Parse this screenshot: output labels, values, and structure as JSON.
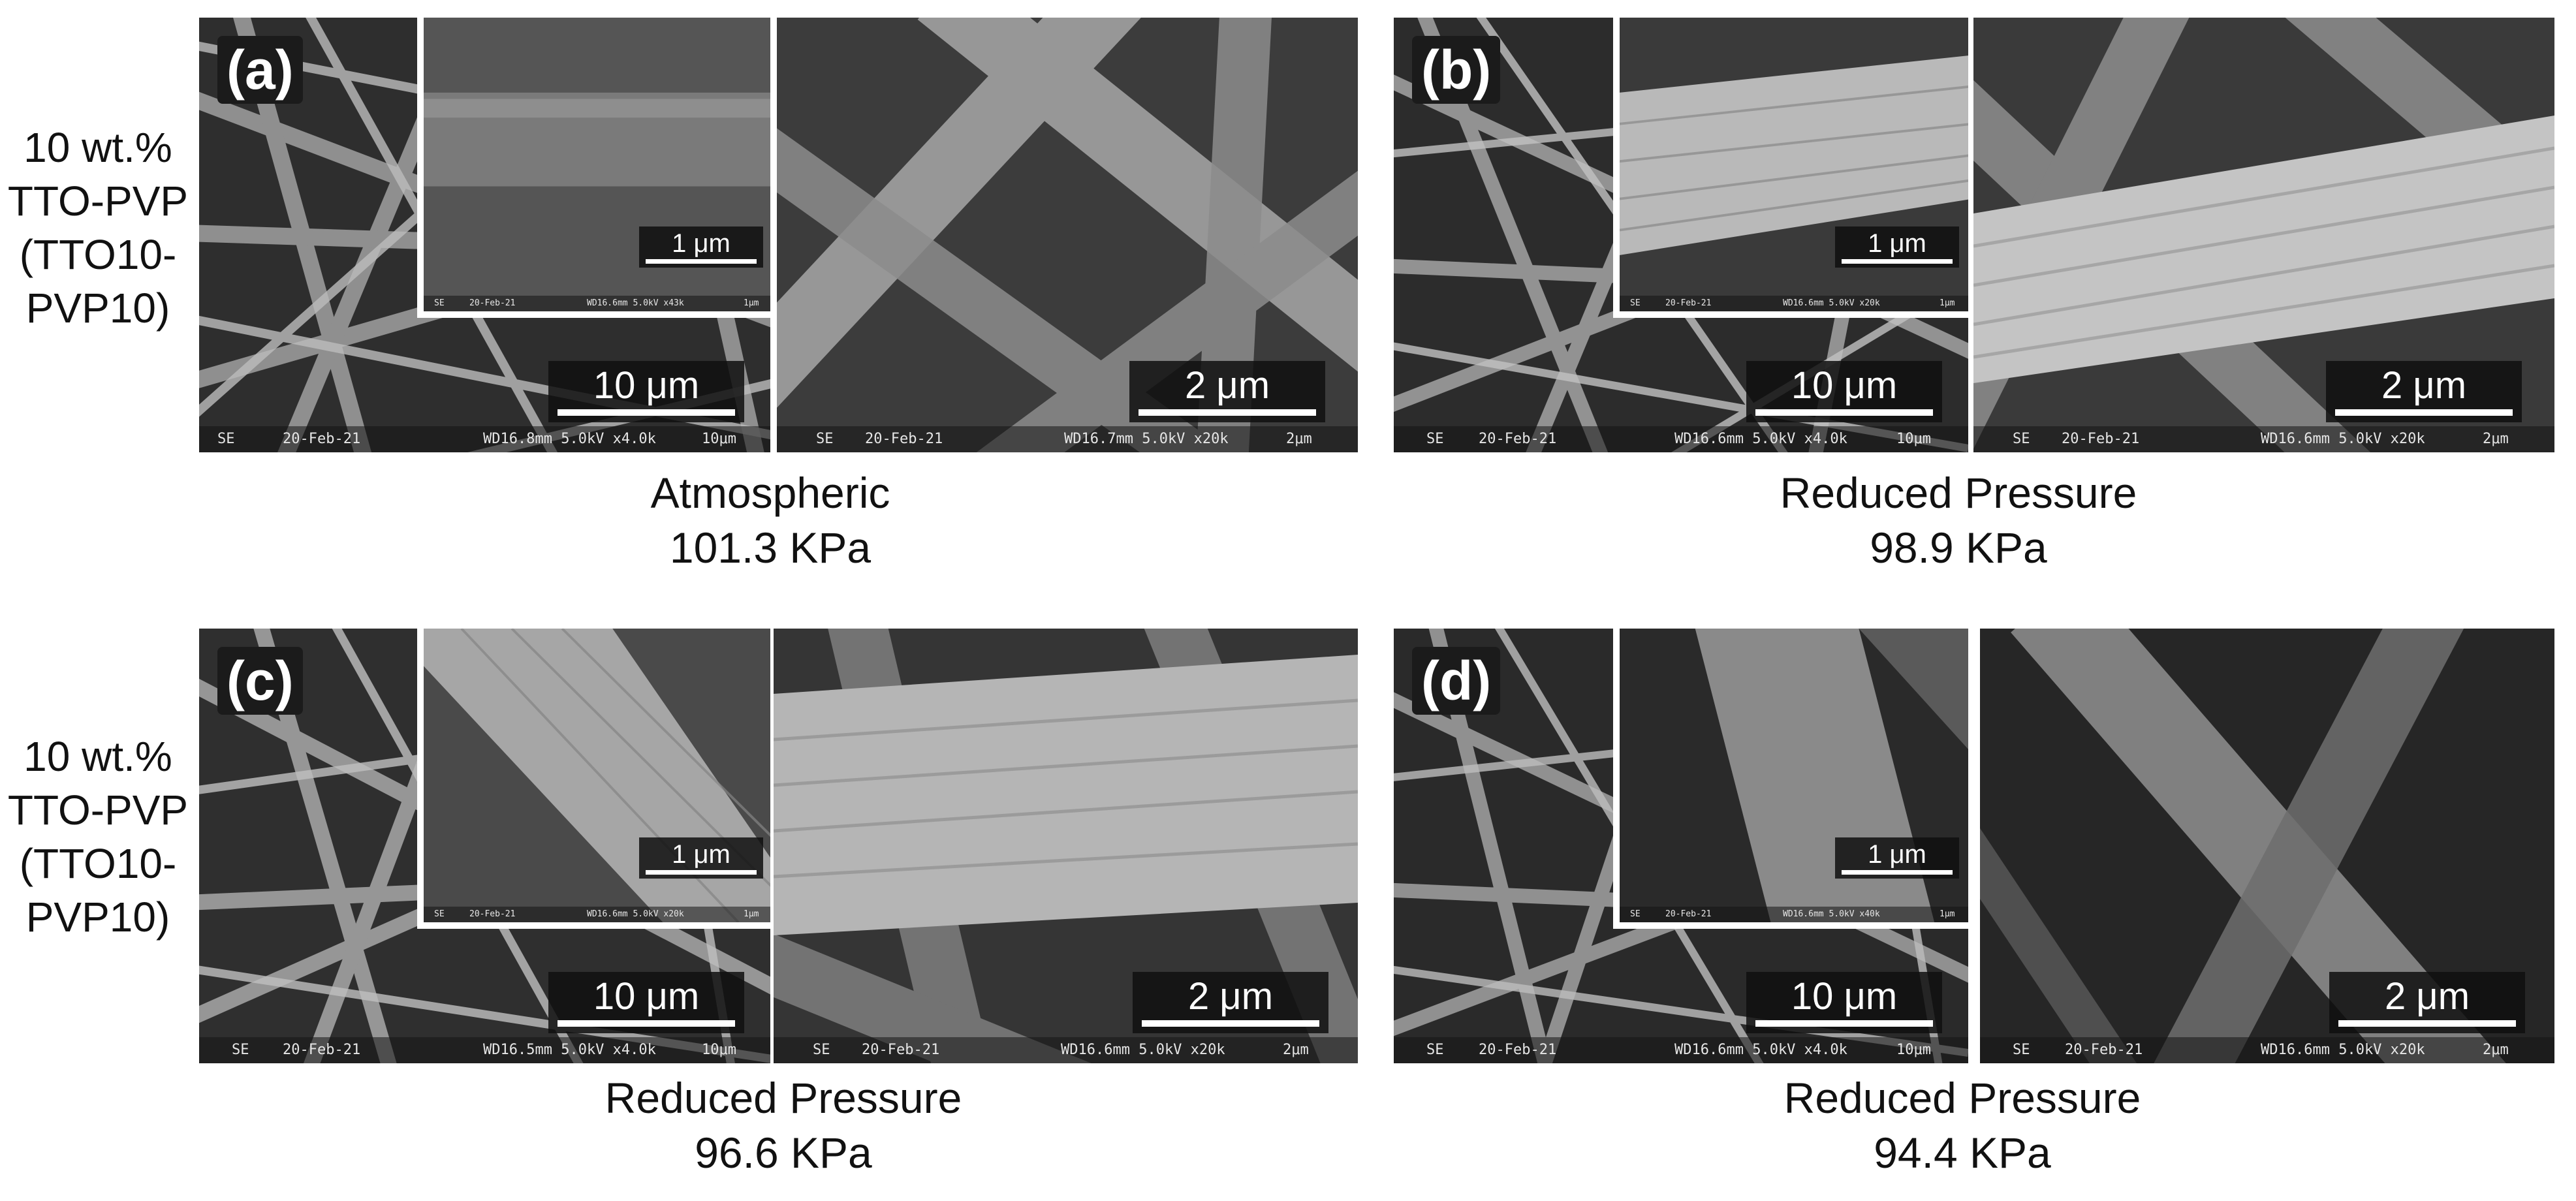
{
  "row_labels": [
    {
      "line1": "10 wt.%",
      "line2": "TTO-PVP",
      "line3": "(TTO10-",
      "line4": "PVP10)"
    },
    {
      "line1": "10 wt.%",
      "line2": "TTO-PVP",
      "line3": "(TTO10-",
      "line4": "PVP10)"
    }
  ],
  "panels": {
    "a": {
      "letter": "(a)",
      "inset_scale": "1 μm",
      "low_scale": "10 μm",
      "high_scale": "2 μm",
      "inset_info": {
        "se": "SE",
        "date": "20-Feb-21",
        "params": "WD16.6mm  5.0kV x43k",
        "scale": "1μm"
      },
      "low_info": {
        "se": "SE",
        "date": "20-Feb-21",
        "params": "WD16.8mm  5.0kV x4.0k",
        "scale": "10μm"
      },
      "high_info": {
        "se": "SE",
        "date": "20-Feb-21",
        "params": "WD16.7mm  5.0kV x20k",
        "scale": "2μm"
      },
      "caption_line1": "Atmospheric",
      "caption_line2": "101.3 KPa"
    },
    "b": {
      "letter": "(b)",
      "inset_scale": "1 μm",
      "low_scale": "10 μm",
      "high_scale": "2 μm",
      "inset_info": {
        "se": "SE",
        "date": "20-Feb-21",
        "params": "WD16.6mm  5.0kV x20k",
        "scale": "1μm"
      },
      "low_info": {
        "se": "SE",
        "date": "20-Feb-21",
        "params": "WD16.6mm  5.0kV x4.0k",
        "scale": "10μm"
      },
      "high_info": {
        "se": "SE",
        "date": "20-Feb-21",
        "params": "WD16.6mm  5.0kV x20k",
        "scale": "2μm"
      },
      "caption_line1": "Reduced Pressure",
      "caption_line2": "98.9 KPa"
    },
    "c": {
      "letter": "(c)",
      "inset_scale": "1 μm",
      "low_scale": "10 μm",
      "high_scale": "2 μm",
      "inset_info": {
        "se": "SE",
        "date": "20-Feb-21",
        "params": "WD16.6mm  5.0kV x20k",
        "scale": "1μm"
      },
      "low_info": {
        "se": "SE",
        "date": "20-Feb-21",
        "params": "WD16.5mm  5.0kV x4.0k",
        "scale": "10μm"
      },
      "high_info": {
        "se": "SE",
        "date": "20-Feb-21",
        "params": "WD16.6mm  5.0kV x20k",
        "scale": "2μm"
      },
      "caption_line1": "Reduced Pressure",
      "caption_line2": "96.6 KPa"
    },
    "d": {
      "letter": "(d)",
      "inset_scale": "1 μm",
      "low_scale": "10 μm",
      "high_scale": "2 μm",
      "inset_info": {
        "se": "SE",
        "date": "20-Feb-21",
        "params": "WD16.6mm  5.0kV x40k",
        "scale": "1μm"
      },
      "low_info": {
        "se": "SE",
        "date": "20-Feb-21",
        "params": "WD16.6mm  5.0kV x4.0k",
        "scale": "10μm"
      },
      "high_info": {
        "se": "SE",
        "date": "20-Feb-21",
        "params": "WD16.6mm  5.0kV x20k",
        "scale": "2μm"
      },
      "caption_line1": "Reduced Pressure",
      "caption_line2": "94.4 KPa"
    }
  }
}
